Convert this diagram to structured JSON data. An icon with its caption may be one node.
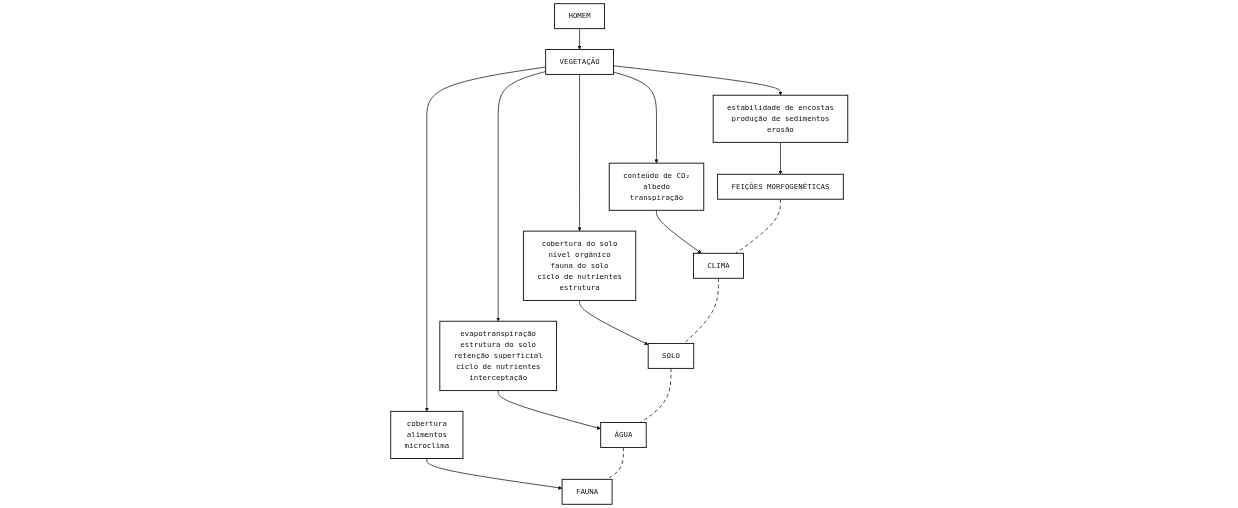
{
  "diagram": {
    "nodes": [
      {
        "text": [
          "HOMEM"
        ]
      },
      {
        "text": [
          "VEGETAÇÃO"
        ]
      },
      {
        "text": [
          "estabilidade de encostas",
          "produção de sedimentos",
          "erosão"
        ]
      },
      {
        "text": [
          "conteúdo de CO₂",
          "albedo",
          "transpiração"
        ]
      },
      {
        "text": [
          "cobertura do solo",
          "nível orgânico",
          "fauna do solo",
          "ciclo de nutrientes",
          "estrutura"
        ]
      },
      {
        "text": [
          "evapotranspiração",
          "estrutura do solo",
          "retenção superficial",
          "ciclo de nutrientes",
          "interceptação"
        ]
      },
      {
        "text": [
          "cobertura",
          "alimentos",
          "microclima"
        ]
      },
      {
        "text": [
          "FEIÇÕES MORFOGENÉTICAS"
        ]
      },
      {
        "text": [
          "CLIMA"
        ]
      },
      {
        "text": [
          "SOLO"
        ]
      },
      {
        "text": [
          "ÁGUA"
        ]
      },
      {
        "text": [
          "FAUNA"
        ]
      }
    ],
    "edges": [
      {
        "from": 0,
        "to": 1,
        "arrow": "to"
      },
      {
        "from": 1,
        "to": 2,
        "arrow": "to"
      },
      {
        "from": 1,
        "to": 3,
        "arrow": "to"
      },
      {
        "from": 1,
        "to": 4,
        "arrow": "to"
      },
      {
        "from": 1,
        "to": 5,
        "arrow": "to"
      },
      {
        "from": 1,
        "to": 6,
        "arrow": "to"
      },
      {
        "from": 2,
        "to": 7,
        "arrow": "to"
      },
      {
        "from": 3,
        "to": 8,
        "arrow": "to"
      },
      {
        "from": 4,
        "to": 9,
        "arrow": "to"
      },
      {
        "from": 5,
        "to": 10,
        "arrow": "to"
      },
      {
        "from": 6,
        "to": 11,
        "arrow": "to"
      },
      {
        "from": 7,
        "to": 8,
        "arrow": "none",
        "style": "dashed"
      },
      {
        "from": 8,
        "to": 9,
        "arrow": "none",
        "style": "dashed"
      },
      {
        "from": 9,
        "to": 10,
        "arrow": "none",
        "style": "dashed"
      },
      {
        "from": 10,
        "to": 11,
        "arrow": "none",
        "style": "dashed"
      }
    ]
  }
}
